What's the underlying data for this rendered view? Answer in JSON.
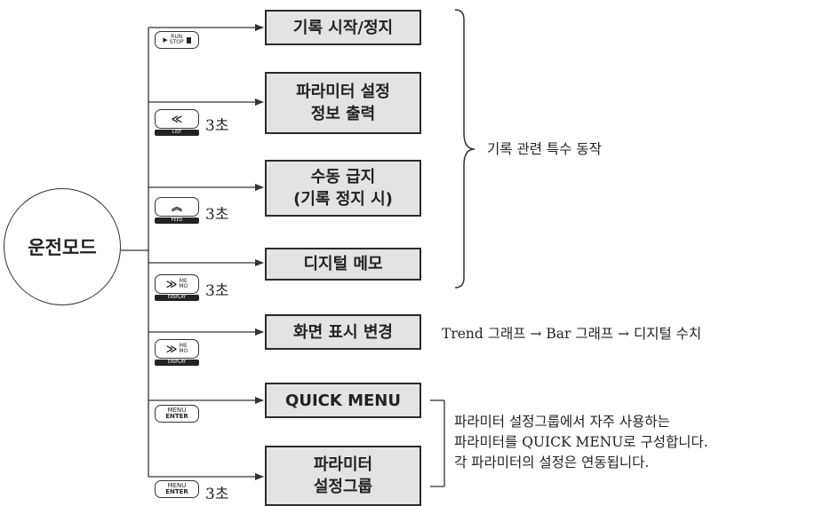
{
  "mode": {
    "label": "운전모드"
  },
  "actions": [
    {
      "lines": [
        "기록 시작/정지"
      ]
    },
    {
      "lines": [
        "파라미터 설정",
        "정보 출력"
      ]
    },
    {
      "lines": [
        "수동 급지",
        "(기록 정지 시)"
      ]
    },
    {
      "lines": [
        "디지털 메모"
      ]
    },
    {
      "lines": [
        "화면 표시 변경"
      ]
    },
    {
      "lines": [
        "QUICK MENU"
      ]
    },
    {
      "lines": [
        "파라미터",
        "설정그룹"
      ]
    }
  ],
  "keys": {
    "run_stop": {
      "top": "RUN",
      "bottom": "STOP",
      "icon": "play-icon"
    },
    "list": {
      "symbol": "≪",
      "bar": "LIST"
    },
    "feed": {
      "symbol": "︽",
      "bar": "FEED"
    },
    "display_memo": {
      "symbol": "≫",
      "top": "ME",
      "bottom": "MO",
      "bar": "DISPLAY"
    },
    "menu_enter": {
      "top": "MENU",
      "bottom": "ENTER"
    }
  },
  "hold_label": "3초",
  "notes": {
    "recording": "기록 관련 특수 동작",
    "display": "Trend 그래프 → Bar 그래프 → 디지털 수치",
    "quick_menu": [
      "파라미터 설정그룹에서 자주 사용하는",
      "파라미터를 QUICK MENU로 구성합니다.",
      "각 파라미터의 설정은 연동됩니다."
    ]
  }
}
